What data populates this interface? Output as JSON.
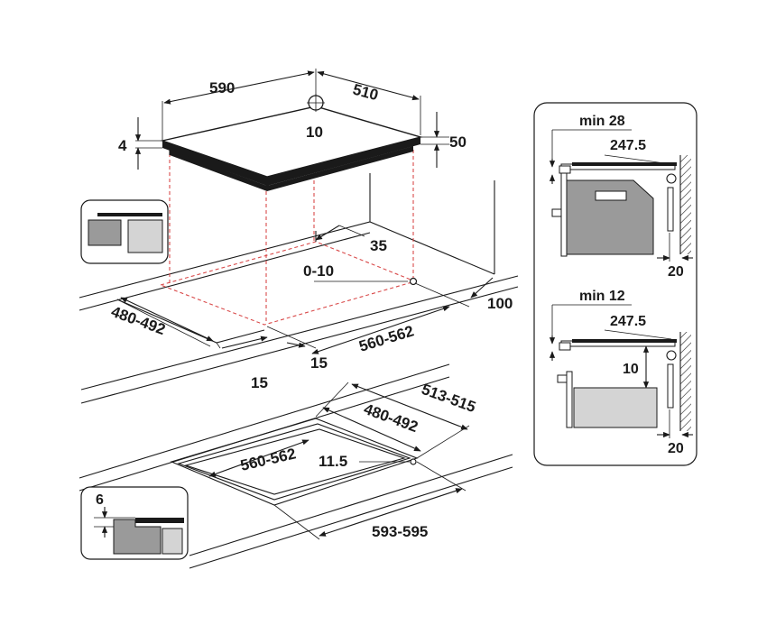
{
  "colors": {
    "line": "#1a1a1a",
    "cutout_dashes": "#d94a4a",
    "fill_grey": "#9a9a9a",
    "fill_light": "#d4d4d4",
    "glass_top": "#1a1a1a"
  },
  "hob": {
    "width": "590",
    "depth": "510",
    "thickness": "4",
    "height": "50",
    "cable_dia": "10"
  },
  "cutout": {
    "clearance_rear": "35",
    "hole_pos": "0-10",
    "wall_gap": "100",
    "depth_range": "480-492",
    "width_range": "560-562",
    "front_edge": "15",
    "side_margin": "15"
  },
  "flush_install": {
    "depth_inner": "480-492",
    "depth_outer": "513-515",
    "width_inner": "560-562",
    "width_outer": "593-595",
    "corner_radius": "11.5",
    "recess_depth": "6"
  },
  "side_panel": {
    "oven": {
      "min_gap": "min 28",
      "rear_dist": "247.5",
      "wall_gap": "20"
    },
    "drawer": {
      "min_gap": "min 12",
      "rear_dist": "247.5",
      "drawer_gap": "10",
      "wall_gap": "20"
    }
  },
  "icons": [
    "standard-install-icon",
    "flush-install-icon",
    "cable-hole-icon",
    "oven-icon",
    "drawer-icon",
    "wall-hatch-icon"
  ]
}
